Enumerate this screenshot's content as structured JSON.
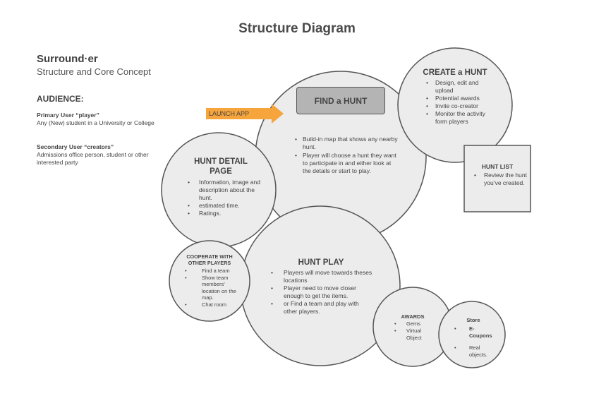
{
  "title": "Structure Diagram",
  "app": {
    "name": "Surround·er",
    "subtitle": "Structure and Core Concept"
  },
  "audience": {
    "heading": "AUDIENCE:",
    "primary_label": "Primary User “player”",
    "primary_desc": "Any (New) student in a University or College",
    "secondary_label": "Secondary User “creators”",
    "secondary_desc": "Admissions office person, student or other interested party"
  },
  "colors": {
    "circle_fill": "#ececec",
    "outline": "#555555",
    "arrow": "#f6a43c",
    "button": "#b4b4b4"
  },
  "launch": "LAUNCH APP",
  "find_hunt": {
    "title": "FIND a HUNT",
    "items": [
      "Build-in map that shows any nearby hunt.",
      "Player will choose a hunt they want to participate in and either look at the details or start to play."
    ]
  },
  "create_hunt": {
    "title": "CREATE a HUNT",
    "items": [
      "Design, edit and upload",
      "Potential awards",
      "Invite co-creator",
      "Monitor the activity form players"
    ]
  },
  "hunt_list": {
    "title": "HUNT LIST",
    "items": [
      "Review the hunt you’ve created."
    ]
  },
  "hunt_detail": {
    "title": "HUNT DETAIL PAGE",
    "items": [
      "Information, image and description about the hunt.",
      "estimated time.",
      "Ratings."
    ]
  },
  "hunt_play": {
    "title": "HUNT PLAY",
    "items": [
      "Players will move towards theses locations",
      "Player need to move closer enough to get the items.",
      "or Find a team and play with other players."
    ]
  },
  "cooperate": {
    "title": "COOPERATE WITH OTHER PLAYERS",
    "items": [
      "Find a team",
      "Show team members’ location on the map.",
      "Chat room"
    ]
  },
  "awards": {
    "title": "AWARDS",
    "items": [
      "Gems",
      "Virtual Object"
    ]
  },
  "store": {
    "title": "Store",
    "items": [
      "E-Coupons",
      "Real objects."
    ]
  }
}
